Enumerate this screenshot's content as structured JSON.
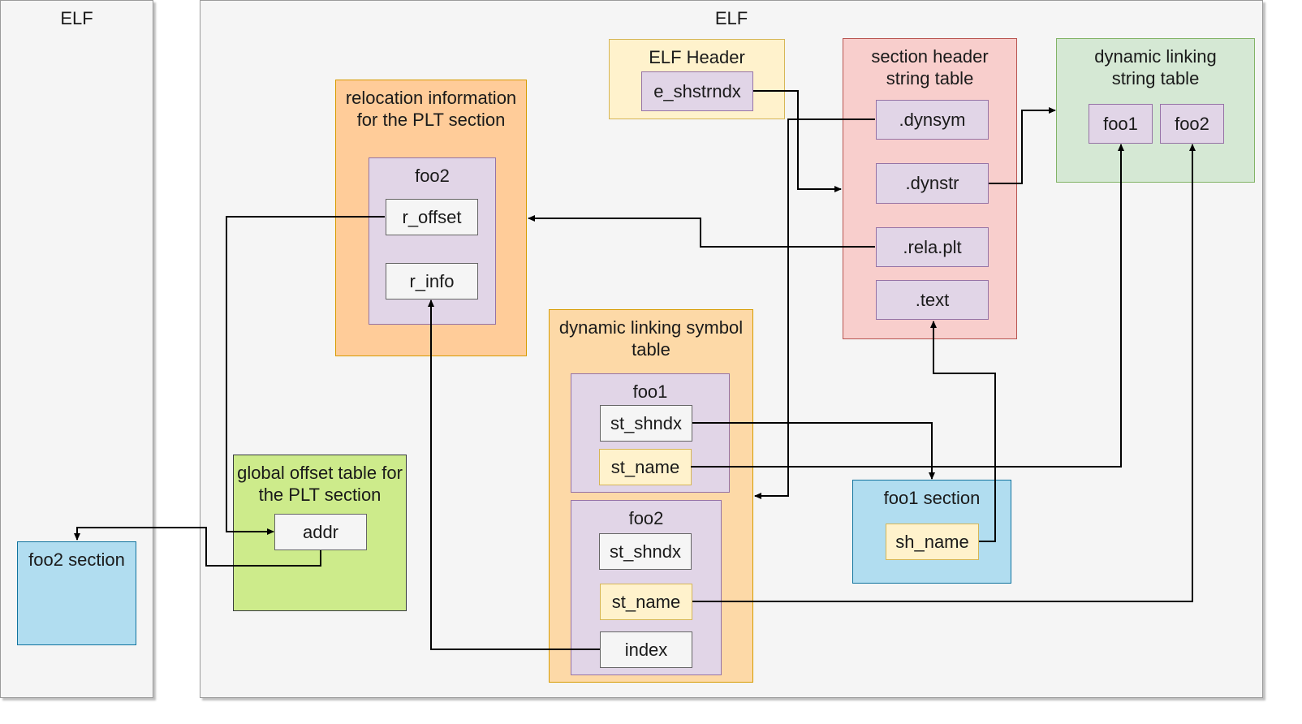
{
  "elf_left": {
    "title": "ELF",
    "foo2_section": "foo2 section"
  },
  "elf_main": {
    "title": "ELF"
  },
  "elf_header": {
    "title": "ELF Header",
    "e_shstrndx": "e_shstrndx"
  },
  "shstrtab": {
    "title": "section header string table",
    "dynsym": ".dynsym",
    "dynstr": ".dynstr",
    "rela_plt": ".rela.plt",
    "text": ".text"
  },
  "dynstr_table": {
    "title": "dynamic linking string table",
    "foo1": "foo1",
    "foo2": "foo2"
  },
  "rela": {
    "title": "relocation information for the PLT section",
    "entry": "foo2",
    "r_offset": "r_offset",
    "r_info": "r_info"
  },
  "dynsym_table": {
    "title": "dynamic linking symbol table",
    "foo1": {
      "title": "foo1",
      "st_shndx": "st_shndx",
      "st_name": "st_name"
    },
    "foo2": {
      "title": "foo2",
      "st_shndx": "st_shndx",
      "st_name": "st_name",
      "index": "index"
    }
  },
  "got": {
    "title": "global offset table for the PLT section",
    "addr": "addr"
  },
  "foo1_section": {
    "title": "foo1 section",
    "sh_name": "sh_name"
  }
}
